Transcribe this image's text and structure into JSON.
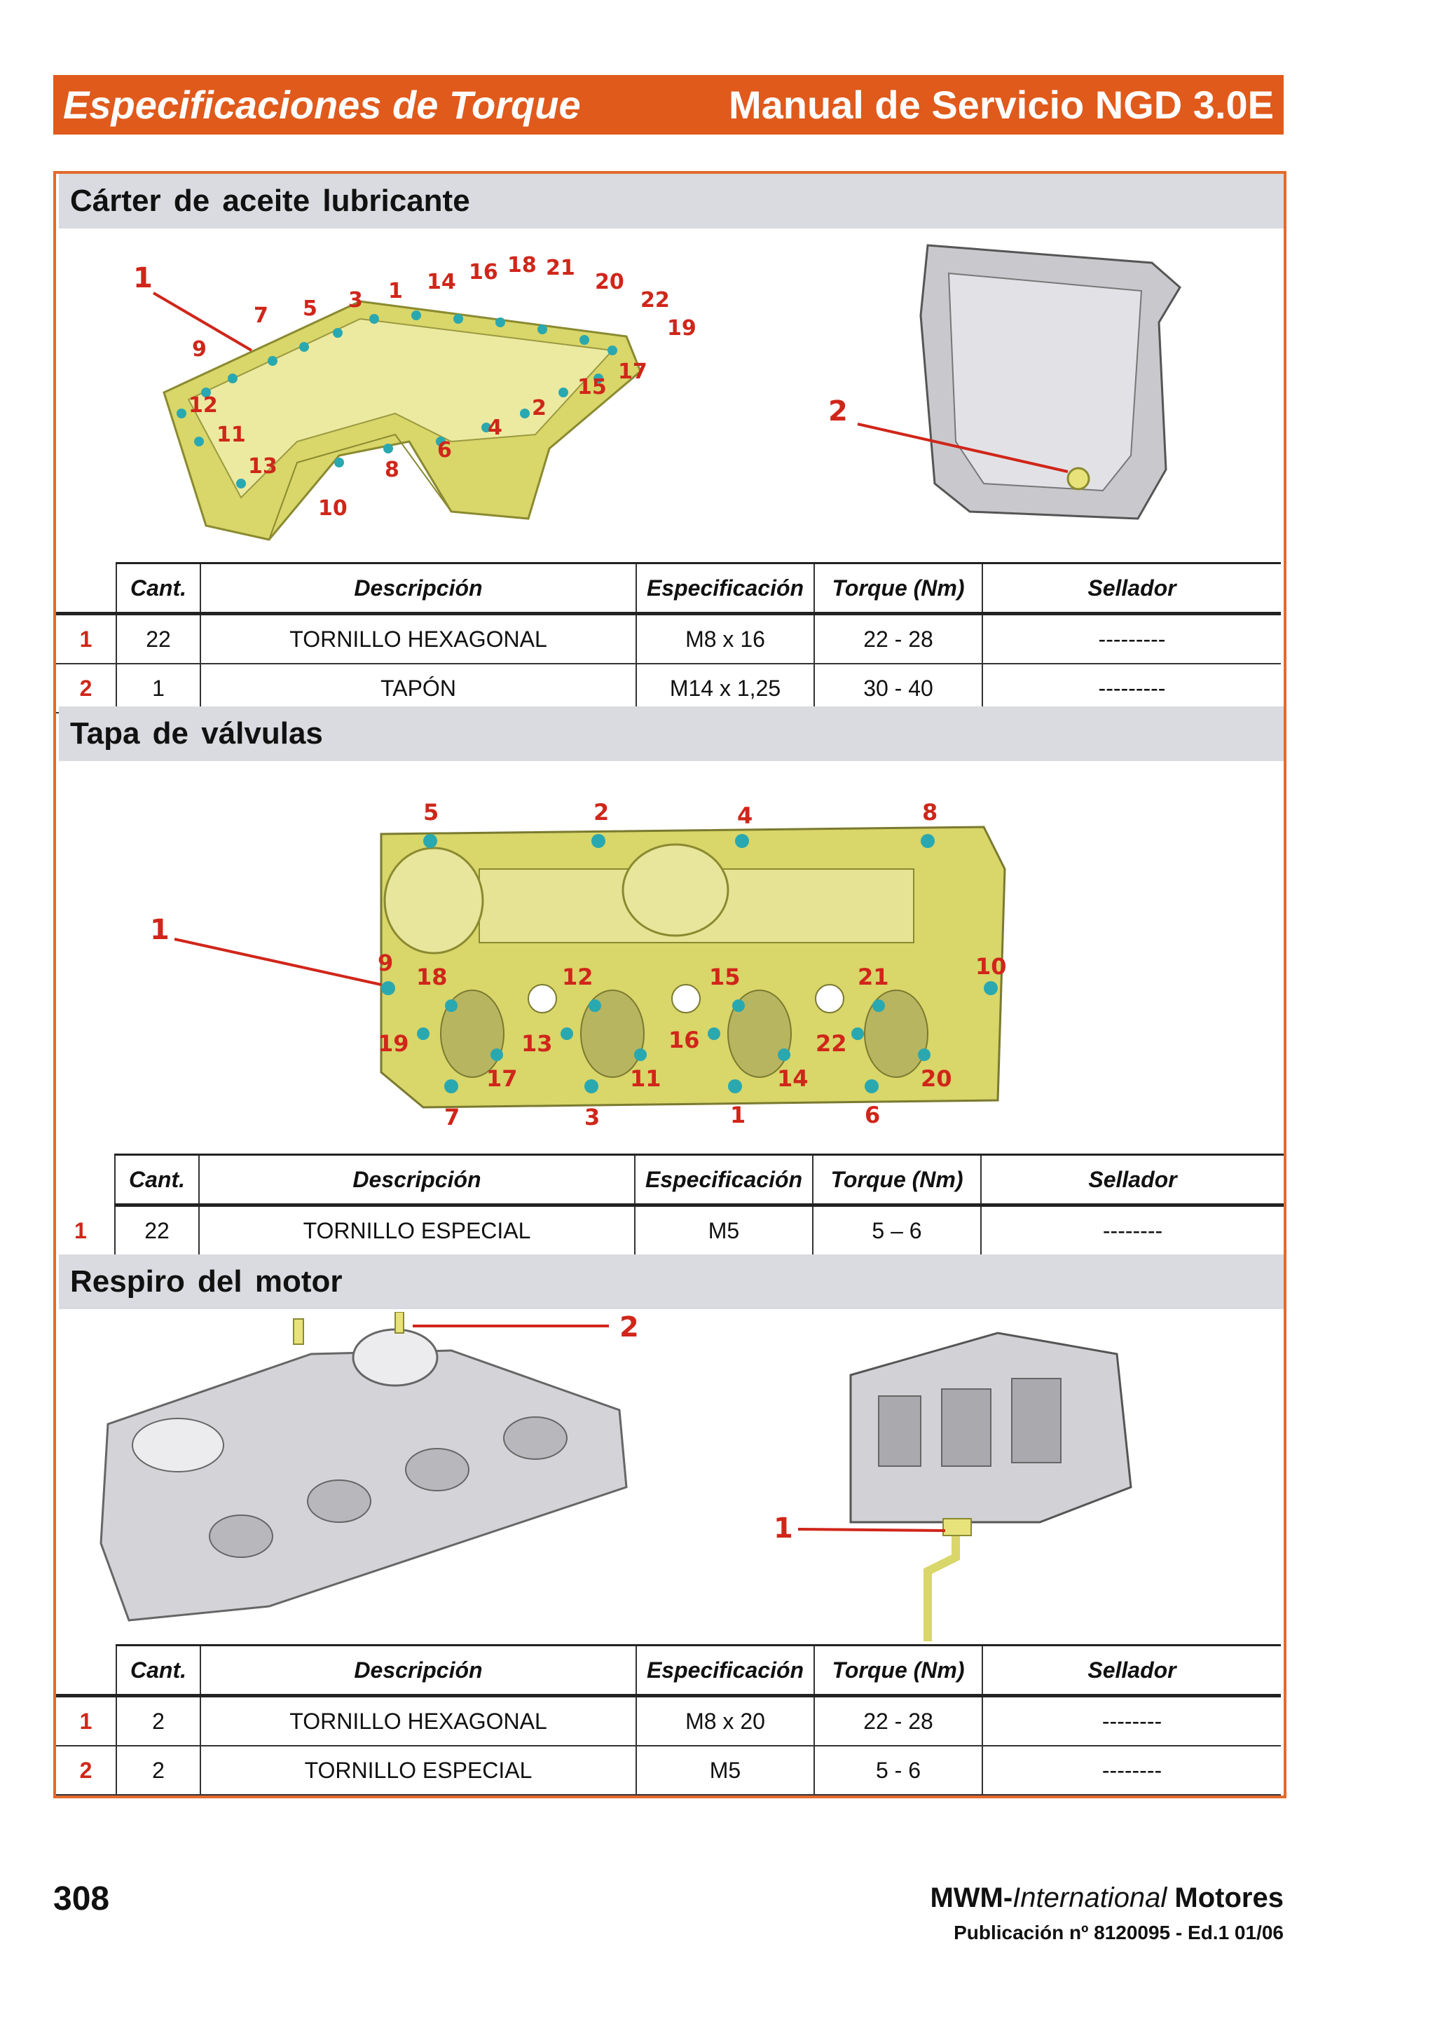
{
  "header": {
    "title_left": "Especificaciones de Torque",
    "title_right": "Manual de Servicio NGD 3.0E"
  },
  "columns": [
    "Cant.",
    "Descripción",
    "Especificación",
    "Torque (Nm)",
    "Sellador"
  ],
  "sections": [
    {
      "title": "Cárter de aceite lubricante",
      "callouts": [
        "1",
        "2"
      ],
      "bolt_numbers": [
        "1",
        "2",
        "3",
        "4",
        "5",
        "6",
        "7",
        "8",
        "9",
        "10",
        "11",
        "12",
        "13",
        "14",
        "15",
        "16",
        "17",
        "18",
        "19",
        "20",
        "21",
        "22"
      ],
      "rows": [
        {
          "item": "1",
          "qty": "22",
          "description": "TORNILLO HEXAGONAL",
          "spec": "M8 x 16",
          "torque": "22 - 28",
          "sealant": "---------"
        },
        {
          "item": "2",
          "qty": "1",
          "description": "TAPÓN",
          "spec": "M14 x 1,25",
          "torque": "30 - 40",
          "sealant": "---------"
        }
      ]
    },
    {
      "title": "Tapa de válvulas",
      "callouts": [
        "1"
      ],
      "bolt_numbers": [
        "1",
        "2",
        "3",
        "4",
        "5",
        "6",
        "7",
        "8",
        "9",
        "10",
        "11",
        "12",
        "13",
        "14",
        "15",
        "16",
        "17",
        "18",
        "19",
        "20",
        "21",
        "22"
      ],
      "rows": [
        {
          "item": "1",
          "qty": "22",
          "description": "TORNILLO ESPECIAL",
          "spec": "M5",
          "torque": "5 – 6",
          "sealant": "--------"
        }
      ]
    },
    {
      "title": "Respiro del motor",
      "callouts": [
        "2",
        "1"
      ],
      "rows": [
        {
          "item": "1",
          "qty": "2",
          "description": "TORNILLO HEXAGONAL",
          "spec": "M8 x 20",
          "torque": "22 - 28",
          "sealant": "--------"
        },
        {
          "item": "2",
          "qty": "2",
          "description": "TORNILLO ESPECIAL",
          "spec": "M5",
          "torque": "5 - 6",
          "sealant": "--------"
        }
      ]
    }
  ],
  "footer": {
    "page_number": "308",
    "brand_prefix": "MWM-",
    "brand_italic": "International",
    "brand_suffix": " Motores",
    "publication": "Publicación nº 8120095 - Ed.1 01/06"
  },
  "colors": {
    "accent": "#e05a1c",
    "callout_red": "#d0261a",
    "section_gray": "#dadbe0",
    "part_yellow": "#d9d66a",
    "bolt_teal": "#2aa8b0"
  }
}
